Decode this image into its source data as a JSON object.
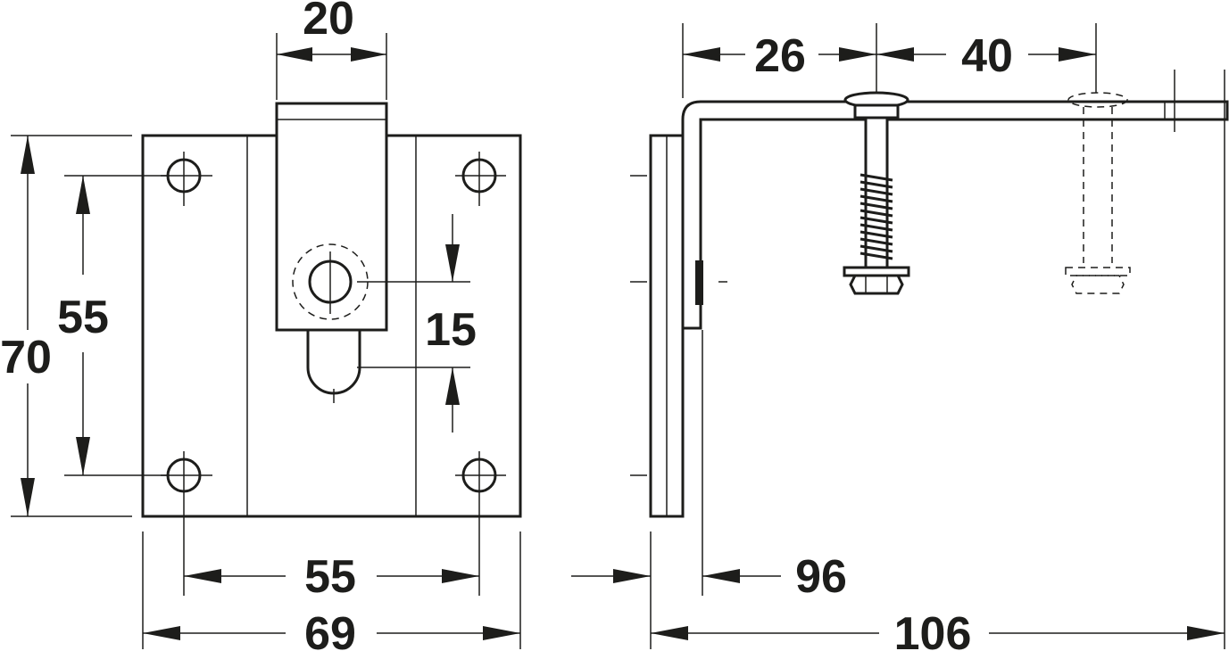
{
  "dimensions": {
    "tab_width": "20",
    "total_height": "70",
    "hole_spacing_vertical": "55",
    "slot_length": "15",
    "hole_spacing_horizontal": "55",
    "plate_width": "69",
    "screw_offset": "26",
    "screw_spacing": "40",
    "depth_inner": "96",
    "depth_total": "106"
  }
}
